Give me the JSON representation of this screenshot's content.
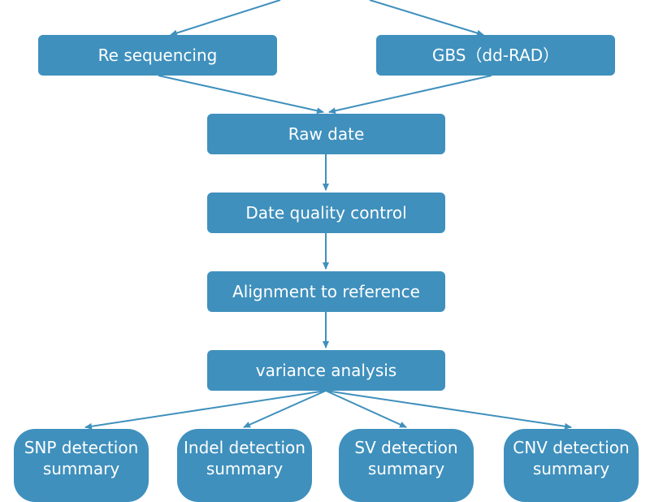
{
  "diagram": {
    "nodes": {
      "resequencing": "Re sequencing",
      "gbs": "GBS（dd-RAD）",
      "raw_date": "Raw date",
      "quality_control": "Date quality control",
      "alignment": "Alignment to reference",
      "variance": "variance analysis",
      "snp": "SNP detection summary",
      "indel": "Indel detection summary",
      "sv": "SV detection summary",
      "cnv": "CNV detection summary"
    },
    "colors": {
      "node_fill": "#3f90bd",
      "node_text": "#ffffff",
      "edge": "#3f90bd"
    }
  }
}
